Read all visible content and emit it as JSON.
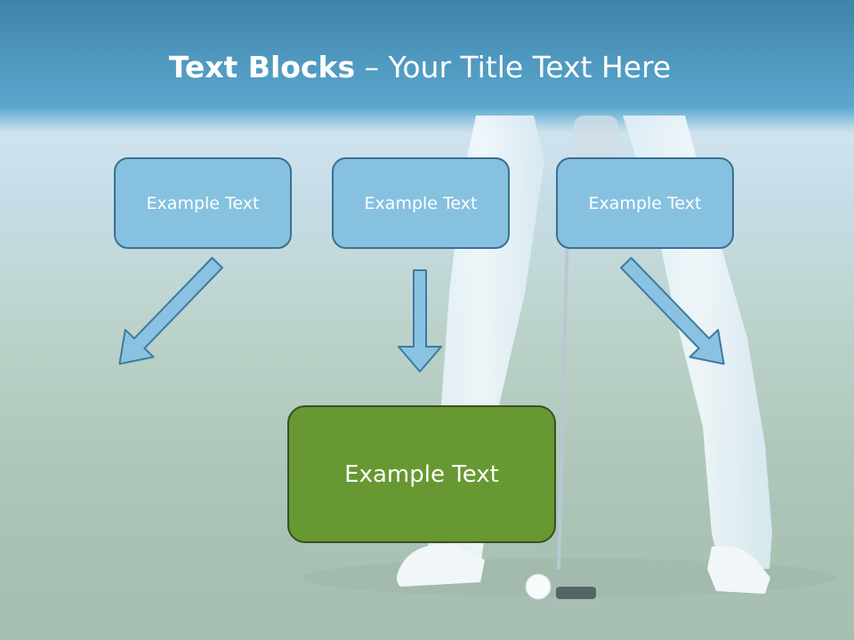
{
  "title": {
    "bold": "Text Blocks",
    "separator": " – ",
    "rest": "Your Title Text Here"
  },
  "top_boxes": [
    {
      "label": "Example Text"
    },
    {
      "label": "Example Text"
    },
    {
      "label": "Example Text"
    }
  ],
  "bottom_box": {
    "label": "Example Text"
  },
  "colors": {
    "title_band": "#4f98bf",
    "top_box_fill": "#86c1e0",
    "top_box_border": "#3a6f92",
    "bottom_box_fill": "#679832",
    "bottom_box_border": "#3a4f24",
    "arrow_fill": "#8ac3e2",
    "arrow_stroke": "#3e7aa0"
  }
}
